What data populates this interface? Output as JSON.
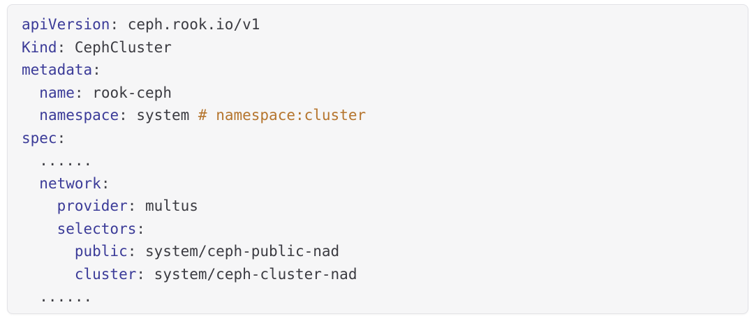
{
  "code_block": {
    "language": "yaml",
    "lines": [
      {
        "tokens": [
          {
            "type": "key",
            "text": "apiVersion"
          },
          {
            "type": "punct",
            "text": ":"
          },
          {
            "type": "plain",
            "text": " ceph.rook.io/v1"
          }
        ]
      },
      {
        "tokens": [
          {
            "type": "key",
            "text": "Kind"
          },
          {
            "type": "punct",
            "text": ":"
          },
          {
            "type": "plain",
            "text": " CephCluster"
          }
        ]
      },
      {
        "tokens": [
          {
            "type": "key",
            "text": "metadata"
          },
          {
            "type": "punct",
            "text": ":"
          }
        ]
      },
      {
        "tokens": [
          {
            "type": "plain",
            "text": "  "
          },
          {
            "type": "key",
            "text": "name"
          },
          {
            "type": "punct",
            "text": ":"
          },
          {
            "type": "plain",
            "text": " rook-ceph"
          }
        ]
      },
      {
        "tokens": [
          {
            "type": "plain",
            "text": "  "
          },
          {
            "type": "key",
            "text": "namespace"
          },
          {
            "type": "punct",
            "text": ":"
          },
          {
            "type": "plain",
            "text": " system "
          },
          {
            "type": "comment",
            "text": "# namespace:cluster"
          }
        ]
      },
      {
        "tokens": [
          {
            "type": "key",
            "text": "spec"
          },
          {
            "type": "punct",
            "text": ":"
          }
        ]
      },
      {
        "tokens": [
          {
            "type": "plain",
            "text": "  ......"
          }
        ]
      },
      {
        "tokens": [
          {
            "type": "plain",
            "text": "  "
          },
          {
            "type": "key",
            "text": "network"
          },
          {
            "type": "punct",
            "text": ":"
          }
        ]
      },
      {
        "tokens": [
          {
            "type": "plain",
            "text": "    "
          },
          {
            "type": "key",
            "text": "provider"
          },
          {
            "type": "punct",
            "text": ":"
          },
          {
            "type": "plain",
            "text": " multus"
          }
        ]
      },
      {
        "tokens": [
          {
            "type": "plain",
            "text": "    "
          },
          {
            "type": "key",
            "text": "selectors"
          },
          {
            "type": "punct",
            "text": ":"
          }
        ]
      },
      {
        "tokens": [
          {
            "type": "plain",
            "text": "      "
          },
          {
            "type": "key",
            "text": "public"
          },
          {
            "type": "punct",
            "text": ":"
          },
          {
            "type": "plain",
            "text": " system/ceph-public-nad"
          }
        ]
      },
      {
        "tokens": [
          {
            "type": "plain",
            "text": "      "
          },
          {
            "type": "key",
            "text": "cluster"
          },
          {
            "type": "punct",
            "text": ":"
          },
          {
            "type": "plain",
            "text": " system/ceph-cluster-nad"
          }
        ]
      },
      {
        "tokens": [
          {
            "type": "plain",
            "text": "  ......"
          }
        ]
      }
    ]
  },
  "colors": {
    "key": "#3b3b98",
    "plain": "#3b3b41",
    "punct": "#45454b",
    "comment": "#b5752e",
    "panel_background": "#f6f6f7",
    "panel_border": "#e3e3e7",
    "page_background": "#ffffff"
  }
}
